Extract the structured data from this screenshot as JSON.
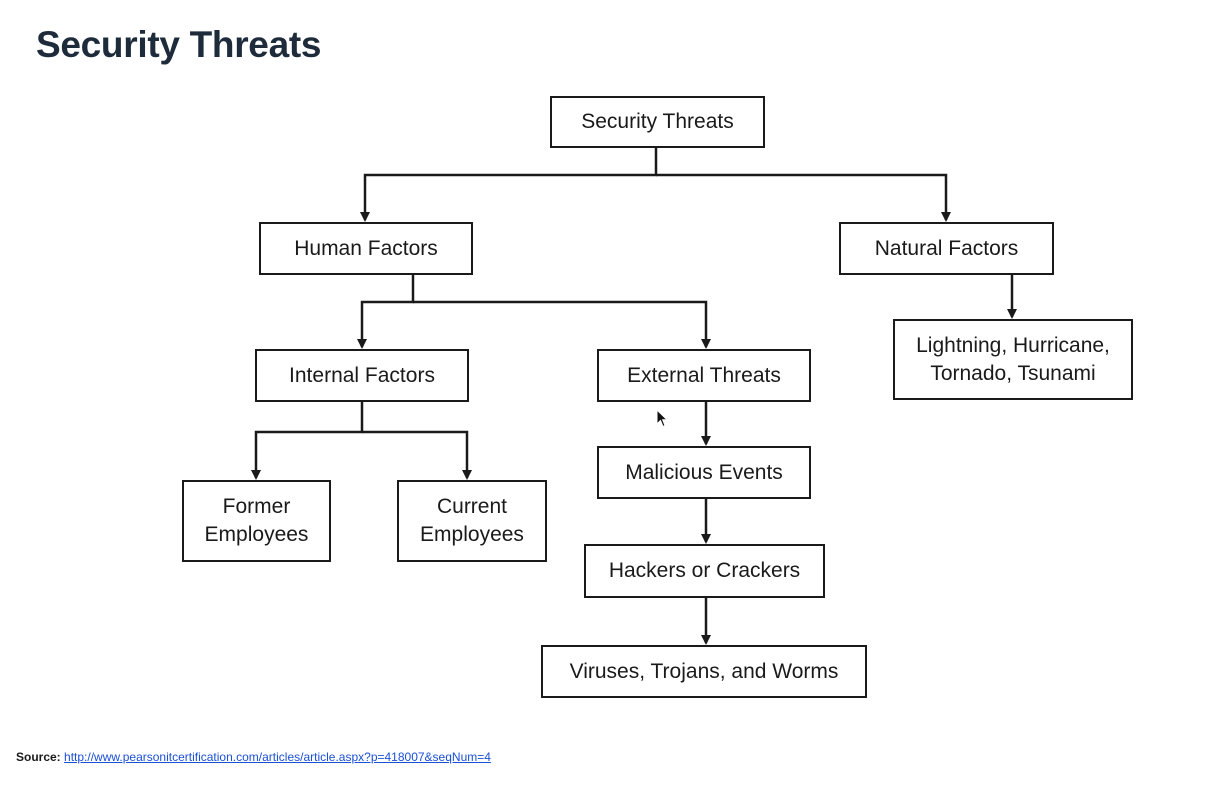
{
  "slide": {
    "title": "Security Threats"
  },
  "diagram": {
    "root": "Security Threats",
    "human_factors": "Human Factors",
    "natural_factors": "Natural Factors",
    "internal_factors": "Internal Factors",
    "external_threats": "External Threats",
    "natural_examples": "Lightning, Hurricane,\nTornado, Tsunami",
    "former_employees": "Former\nEmployees",
    "current_employees": "Current\nEmployees",
    "malicious_events": "Malicious Events",
    "hackers_crackers": "Hackers or Crackers",
    "malware": "Viruses, Trojans, and Worms"
  },
  "footer": {
    "source_label": "Source:",
    "source_url": "http://www.pearsonitcertification.com/articles/article.aspx?p=418007&seqNum=4"
  },
  "colors": {
    "title": "#1d2b3a",
    "line": "#1a1a1a",
    "link": "#1a4fd6"
  },
  "icons": {
    "cursor": "mouse-pointer-icon"
  }
}
